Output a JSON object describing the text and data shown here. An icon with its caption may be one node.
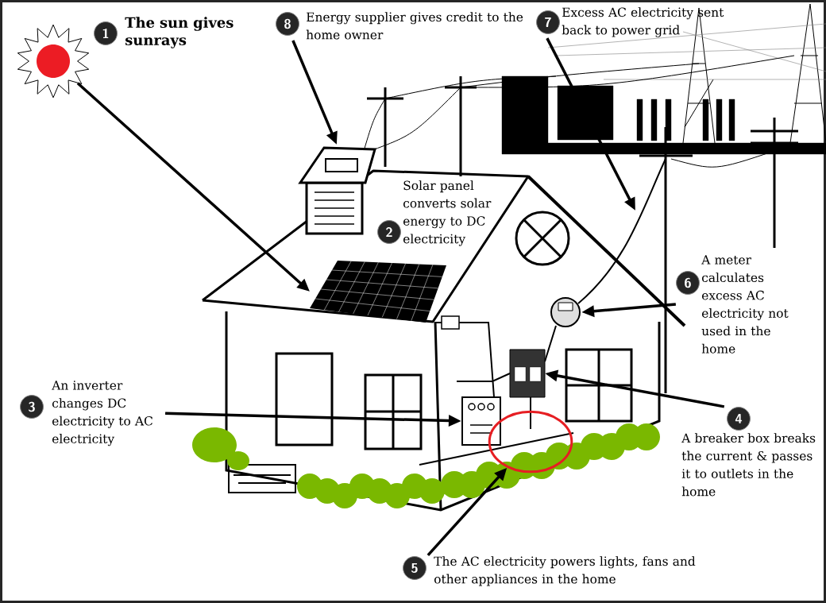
{
  "diagram": {
    "nodes": [
      {
        "text": [],
        "shape": "circle"
      },
      {
        "text": [
          "1"
        ],
        "beside": [
          "The sun gives sunrays"
        ]
      },
      {
        "text": [
          "8"
        ],
        "beside": [
          "Energy supplier gives credit to the home owner"
        ]
      },
      {
        "text": [
          "7"
        ],
        "beside": [
          "Excess AC electricity sent back to power grid"
        ]
      },
      {
        "text": [],
        "shape": "picture"
      },
      {
        "text": [
          "2"
        ],
        "beside": [
          "Solar panel converts solar energy to DC electricity"
        ]
      },
      {
        "text": [],
        "shape": "picture"
      },
      {
        "text": [],
        "shape": "picture"
      },
      {
        "text": [
          "6"
        ],
        "beside": [
          "A meter calculates excess AC electricity not used in the home"
        ]
      },
      {
        "text": [],
        "shape": "picture"
      },
      {
        "text": [
          "3"
        ],
        "beside": [
          "An inverter changes DC electricity to AC electricity"
        ]
      },
      {
        "text": [],
        "shape": "picture"
      },
      {
        "text": [
          "4"
        ],
        "beside": [
          "A breaker box breaks the current & passes it to outlets in the home"
        ]
      },
      {
        "text": [],
        "shape": "circle"
      },
      {
        "text": [
          "5"
        ],
        "beside": [
          "The AC electricity powers lights, fans and other appliances in the home"
        ]
      }
    ],
    "edges": [
      {
        "from": 0,
        "to": 6,
        "arrow": "to"
      },
      {
        "from": 2,
        "to": 4,
        "arrow": "to"
      },
      {
        "from": 3,
        "to": null,
        "arrow": "to"
      },
      {
        "from": 8,
        "to": 7,
        "arrow": "to"
      },
      {
        "from": 12,
        "to": 9,
        "arrow": "to"
      },
      {
        "from": 10,
        "to": 11,
        "arrow": "to"
      },
      {
        "from": 14,
        "to": 13,
        "arrow": "to"
      }
    ]
  }
}
